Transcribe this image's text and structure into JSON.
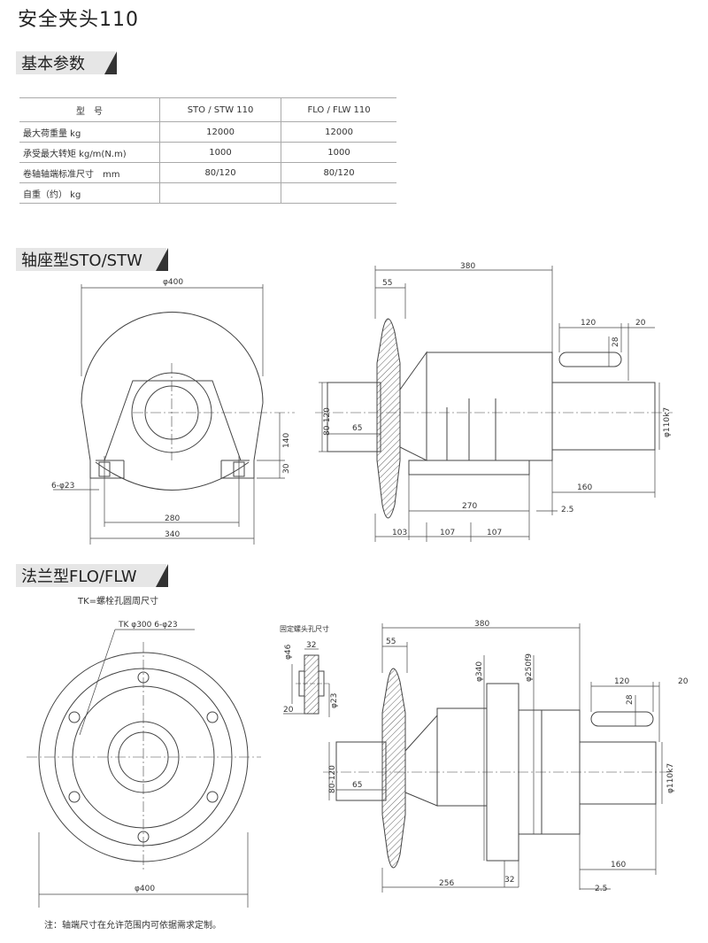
{
  "title": "安全夹头110",
  "sections": {
    "params": "基本参数",
    "sto": "轴座型STO/STW",
    "flo": "法兰型FLO/FLW"
  },
  "table": {
    "headers": [
      "型　号",
      "STO / STW 110",
      "FLO / FLW 110"
    ],
    "rows": [
      [
        "最大荷重量 kg",
        "12000",
        "12000"
      ],
      [
        "承受最大转矩 kg/m(N.m)",
        "1000",
        "1000"
      ],
      [
        "卷轴轴端标准尺寸　mm",
        "80/120",
        "80/120"
      ],
      [
        "自重（约） kg",
        "",
        ""
      ]
    ]
  },
  "sto_front": {
    "d400": "φ400",
    "d140": "140",
    "d30": "30",
    "holes": "6-φ23",
    "w280": "280",
    "w340": "340"
  },
  "sto_side": {
    "d380": "380",
    "d55": "55",
    "d120": "120",
    "d20": "20",
    "d28": "28",
    "shaft": "80-120",
    "d65": "65",
    "d110": "φ110k7",
    "d160": "160",
    "d270": "270",
    "d25": "2.5",
    "d103": "103",
    "d107a": "107",
    "d107b": "107"
  },
  "flo_front": {
    "tk_note": "TK=螺栓孔圆周尺寸",
    "tk": "TK φ300 6-φ23",
    "d400": "φ400"
  },
  "flo_bolt": {
    "label": "固定螺头孔尺寸",
    "d46": "φ46",
    "d32": "32",
    "d20": "20",
    "d23": "φ23"
  },
  "flo_side": {
    "d380": "380",
    "d55": "55",
    "d340": "φ340",
    "d250": "φ250f9",
    "d120": "120",
    "d20": "20",
    "d28": "28",
    "shaft": "80-120",
    "d65": "65",
    "d110": "φ110k7",
    "d160": "160",
    "d32": "32",
    "d256": "256",
    "d25": "2.5"
  },
  "note": "注：轴端尺寸在允许范围内可依据需求定制。"
}
